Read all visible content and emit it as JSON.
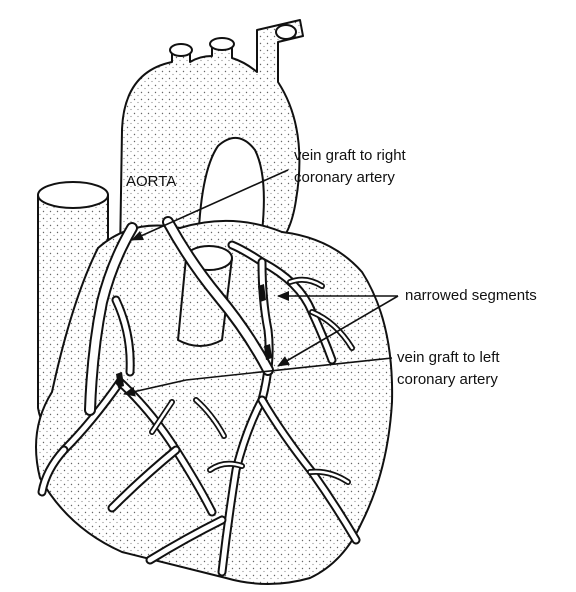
{
  "labels": {
    "aorta": "AORTA",
    "right_graft_line1": "vein graft to right",
    "right_graft_line2": "coronary artery",
    "narrowed": "narrowed segments",
    "left_graft_line1": "vein graft to left",
    "left_graft_line2": "coronary artery"
  },
  "colors": {
    "ink": "#111111",
    "background": "#ffffff"
  }
}
